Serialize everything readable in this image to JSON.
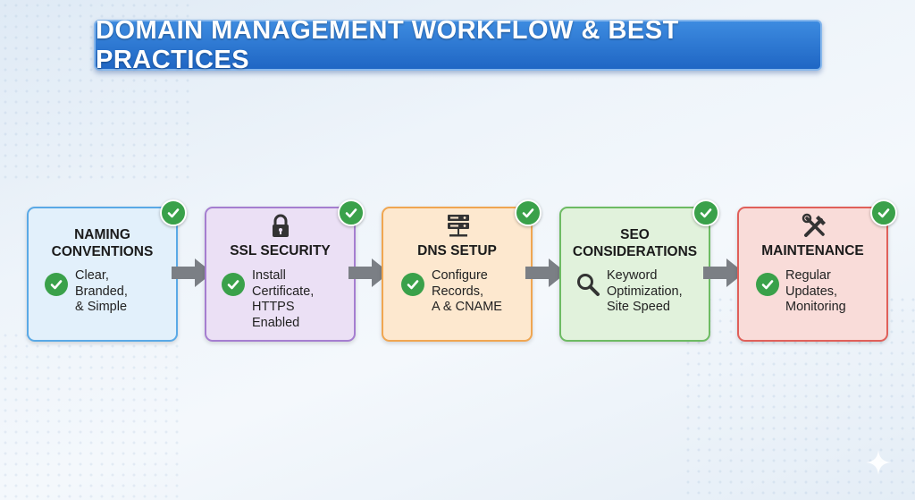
{
  "title": "DOMAIN MANAGEMENT WORKFLOW & BEST PRACTICES",
  "colors": {
    "banner": "#2a74d1",
    "check": "#3aa14a",
    "arrow": "#7b7f85"
  },
  "steps": [
    {
      "title": "NAMING\nCONVENTIONS",
      "body": "Clear,\nBranded,\n& Simple",
      "icon": "check-circle-icon",
      "fill": "#e2f0fb",
      "border": "#5aa9e6"
    },
    {
      "title": "SSL SECURITY",
      "body": "Install\nCertificate,\nHTTPS\nEnabled",
      "icon": "lock-icon",
      "fill": "#ebe0f5",
      "border": "#a57ed0"
    },
    {
      "title": "DNS SETUP",
      "body": "Configure\nRecords,\nA & CNAME",
      "icon": "server-icon",
      "fill": "#fde8cf",
      "border": "#f0a651"
    },
    {
      "title": "SEO\nCONSIDERATIONS",
      "body": "Keyword\nOptimization,\nSite Speed",
      "icon": "magnifier-icon",
      "fill": "#e1f2dc",
      "border": "#6dbb63"
    },
    {
      "title": "MAINTENANCE",
      "body": "Regular\nUpdates,\nMonitoring",
      "icon": "tools-icon",
      "fill": "#f9dcd9",
      "border": "#e0605a"
    }
  ]
}
